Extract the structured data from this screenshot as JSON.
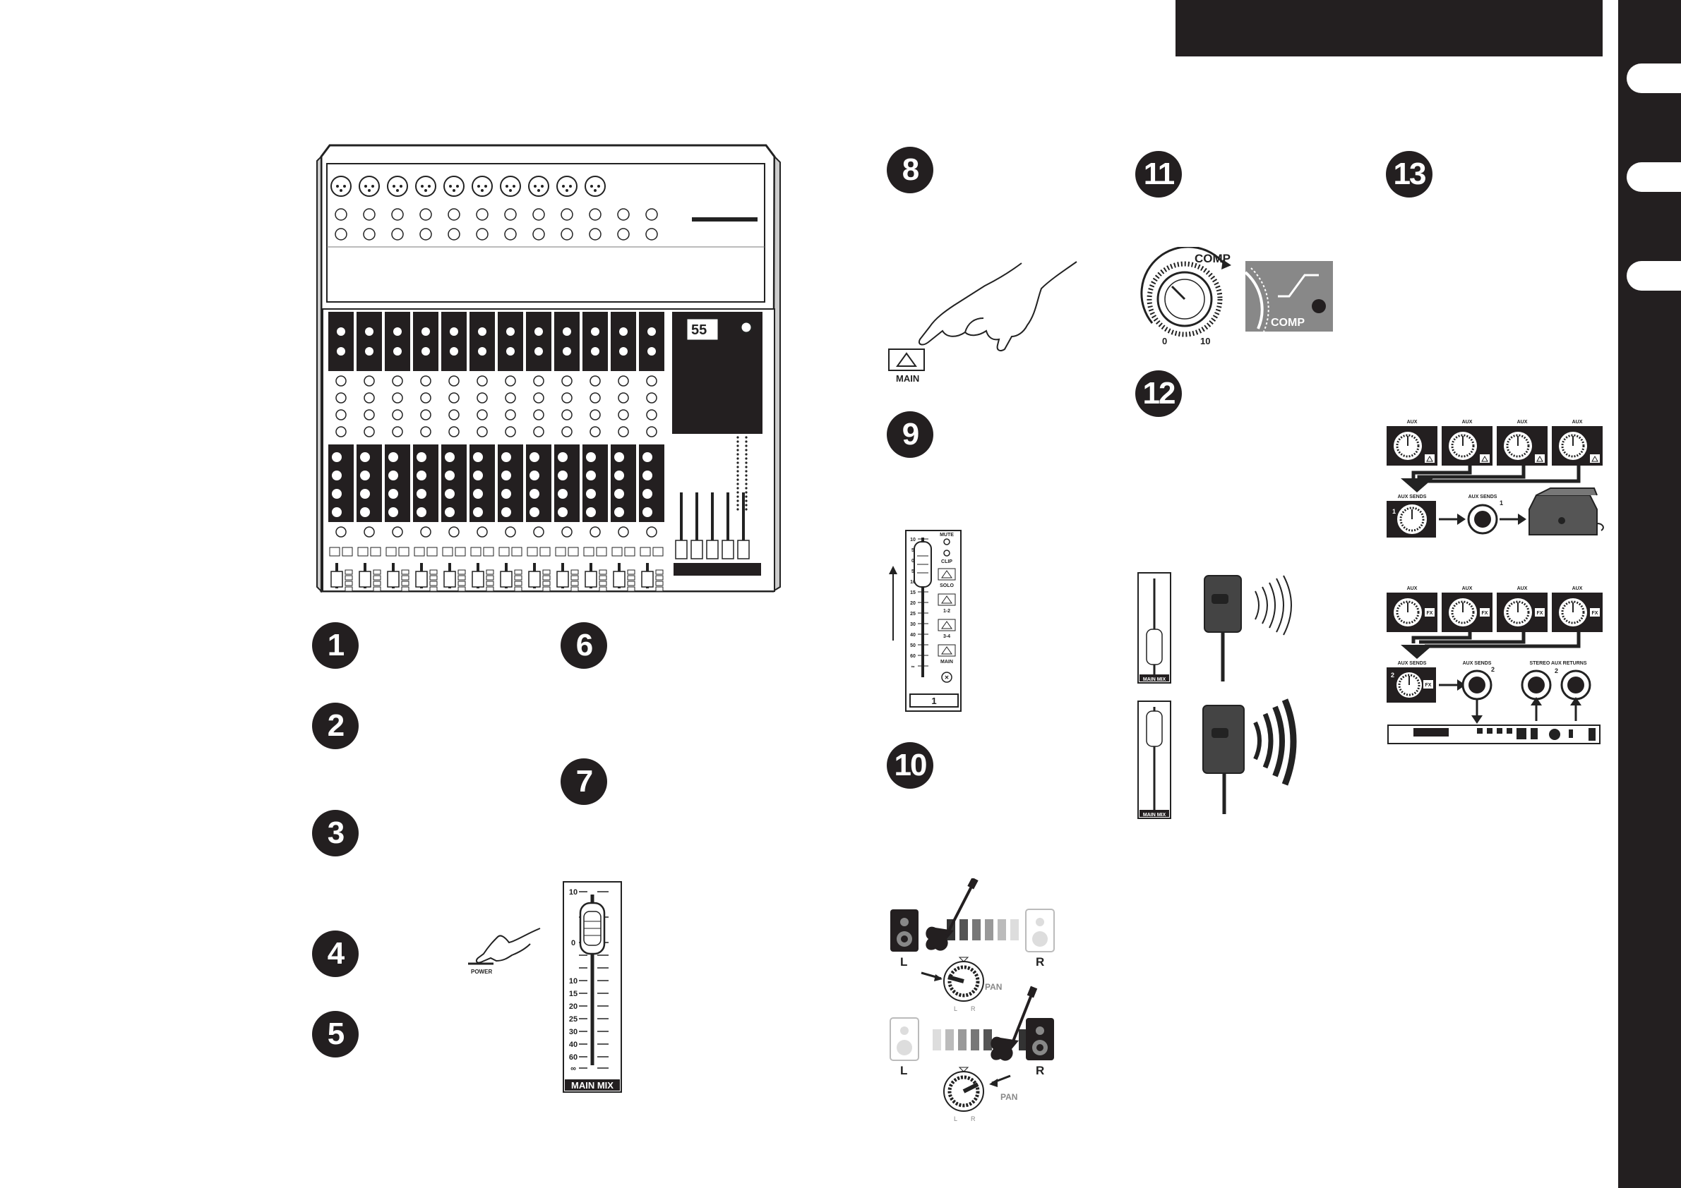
{
  "page": {
    "background": "#ffffff",
    "ink": "#231f20"
  },
  "steps": [
    "1",
    "2",
    "3",
    "4",
    "5",
    "6",
    "7",
    "8",
    "9",
    "10",
    "11",
    "12",
    "13"
  ],
  "step8": {
    "button_label": "MAIN"
  },
  "step4": {
    "power_label": "POWER"
  },
  "fader_big": {
    "ticks": [
      "10",
      "0",
      "10",
      "15",
      "20",
      "25",
      "30",
      "40",
      "60",
      "∞"
    ],
    "strip_label": "MAIN MIX"
  },
  "step9": {
    "buttons": [
      "MUTE",
      "CLIP",
      "SOLO",
      "1-2",
      "3-4",
      "MAIN"
    ],
    "channel_label": "1",
    "ticks": [
      "10",
      "5",
      "0",
      "5",
      "10",
      "15",
      "20",
      "25",
      "30",
      "40",
      "50",
      "60",
      "∞"
    ]
  },
  "step10": {
    "left_label": "L",
    "right_label": "R",
    "pan_label": "PAN",
    "knob_l": "L",
    "knob_r": "R"
  },
  "step11": {
    "comp_label": "COMP",
    "scale_min": "0",
    "scale_max": "10",
    "badge_label": "COMP"
  },
  "step12": {
    "strip_label": "MAIN MIX"
  },
  "step13": {
    "aux_label": "AUX",
    "fx_label": "FX",
    "aux_sends_label": "AUX SENDS",
    "stereo_aux_returns_label": "STEREO AUX RETURNS",
    "send_1": "1",
    "send_2": "2",
    "return_2": "2"
  }
}
